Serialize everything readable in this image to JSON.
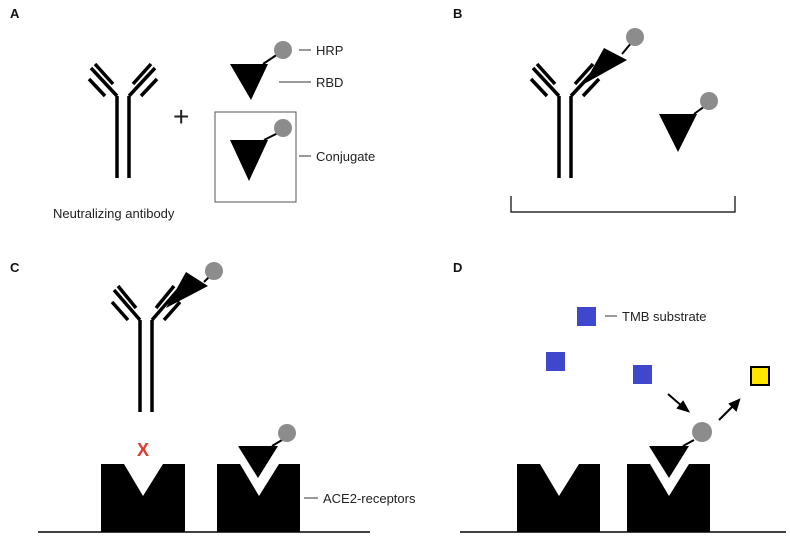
{
  "panels": {
    "a": "A",
    "b": "B",
    "c": "C",
    "d": "D"
  },
  "labels": {
    "hrp": "HRP",
    "rbd": "RBD",
    "conjugate": "Conjugate",
    "neutralizing_antibody": "Neutralizing antibody",
    "ace2_receptors": "ACE2-receptors",
    "tmb_substrate": "TMB substrate",
    "plus": "+",
    "blocked": "X"
  },
  "colors": {
    "shape": "#000000",
    "hrp": "#8c8c8c",
    "tmb": "#3f48cc",
    "product": "#ffe400",
    "blocked": "#e03a2a"
  }
}
